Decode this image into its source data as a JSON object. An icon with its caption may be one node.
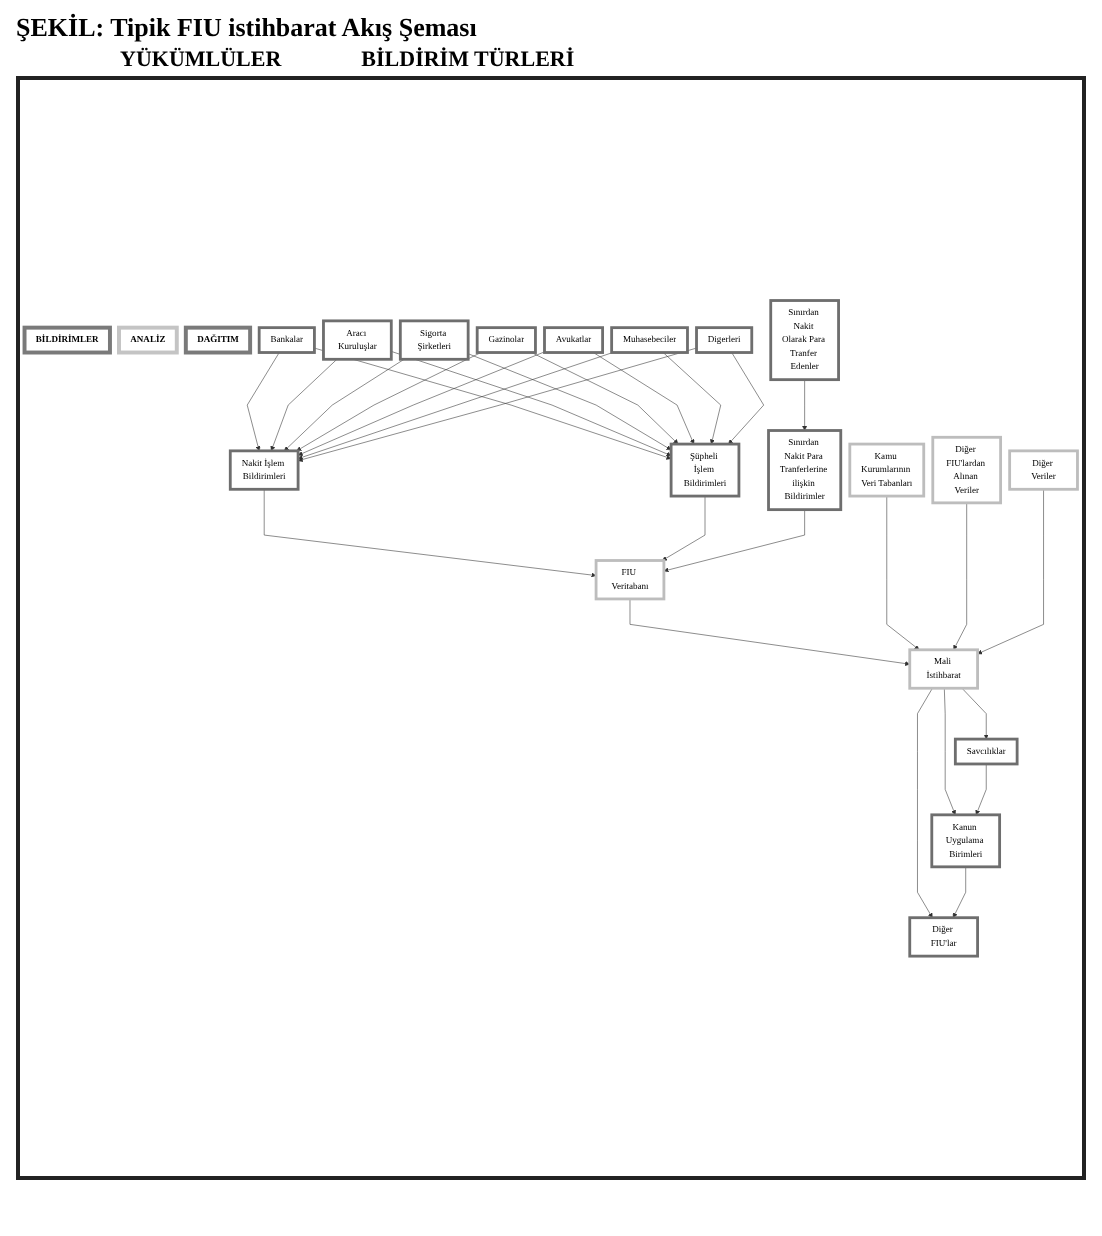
{
  "diagram": {
    "title": "ŞEKİL: Tipik FIU istihbarat Akış Şeması",
    "nodes": [
      {
        "text": [
          "BİLDİRİMLER"
        ]
      },
      {
        "text": [
          "ANALİZ"
        ]
      },
      {
        "text": [
          "DAĞITIM"
        ]
      },
      {
        "text": [
          "Bankalar"
        ]
      },
      {
        "text": [
          "Aracı Kuruluşlar"
        ]
      },
      {
        "text": [
          "Sigorta Şirketleri"
        ]
      },
      {
        "text": [
          "Gazinolar"
        ]
      },
      {
        "text": [
          "Avukatlar"
        ]
      },
      {
        "text": [
          "Muhasebeciler"
        ]
      },
      {
        "text": [
          "Digerleri"
        ]
      },
      {
        "text": [
          "Nakit İşlem Bildirimleri"
        ]
      },
      {
        "text": [
          "Şüpheli İşlem Bildirimleri"
        ]
      },
      {
        "text": [
          "Sınırdan Nakit Olarak Para Tranfer Edenler"
        ]
      },
      {
        "text": [
          "Sınırdan Nakit Para Tranferlerine ilişkin Bildirimler"
        ]
      },
      {
        "text": [
          "FIU Veritabanı"
        ]
      },
      {
        "text": [
          "Kamu Kurumlarının Veri Tabanları"
        ]
      },
      {
        "text": [
          "Diğer FIU'lardan Alınan Veriler"
        ]
      },
      {
        "text": [
          "Diğer Veriler"
        ]
      },
      {
        "text": [
          "Mali İstihbarat"
        ]
      },
      {
        "text": [
          "Diğer FIU'lar"
        ]
      },
      {
        "text": [
          "Kanun Uygulama Birimleri"
        ]
      },
      {
        "text": [
          "Savcılıklar"
        ]
      }
    ],
    "edges": [
      {
        "from": 3,
        "to": 10,
        "arrow": "to"
      },
      {
        "from": 3,
        "to": 11,
        "arrow": "to"
      },
      {
        "from": 4,
        "to": 10,
        "arrow": "to"
      },
      {
        "from": 4,
        "to": 11,
        "arrow": "to"
      },
      {
        "from": 5,
        "to": 10,
        "arrow": "to"
      },
      {
        "from": 5,
        "to": 11,
        "arrow": "to"
      },
      {
        "from": 6,
        "to": 10,
        "arrow": "to"
      },
      {
        "from": 6,
        "to": 11,
        "arrow": "to"
      },
      {
        "from": 7,
        "to": 10,
        "arrow": "to"
      },
      {
        "from": 7,
        "to": 11,
        "arrow": "to"
      },
      {
        "from": 8,
        "to": 10,
        "arrow": "to"
      },
      {
        "from": 8,
        "to": 11,
        "arrow": "to"
      },
      {
        "from": 9,
        "to": 10,
        "arrow": "to"
      },
      {
        "from": 9,
        "to": 11,
        "arrow": "to"
      },
      {
        "from": 12,
        "to": 13,
        "arrow": "to"
      },
      {
        "from": 10,
        "to": 14,
        "arrow": "to"
      },
      {
        "from": 11,
        "to": 14,
        "arrow": "to"
      },
      {
        "from": 13,
        "to": 14,
        "arrow": "to"
      },
      {
        "from": 14,
        "to": 18,
        "arrow": "to"
      },
      {
        "from": 15,
        "to": 18,
        "arrow": "to"
      },
      {
        "from": 16,
        "to": 18,
        "arrow": "to"
      },
      {
        "from": 17,
        "to": 18,
        "arrow": "to"
      },
      {
        "from": 18,
        "to": 19,
        "arrow": "to"
      },
      {
        "from": 18,
        "to": 20,
        "arrow": "to"
      },
      {
        "from": 18,
        "to": 21,
        "arrow": "to"
      },
      {
        "from": 21,
        "to": 20,
        "arrow": "to"
      },
      {
        "from": 20,
        "to": 19,
        "arrow": "to"
      }
    ],
    "labels": [
      "YÜKÜMLÜLER",
      "BİLDİRİM TÜRLERİ"
    ]
  }
}
